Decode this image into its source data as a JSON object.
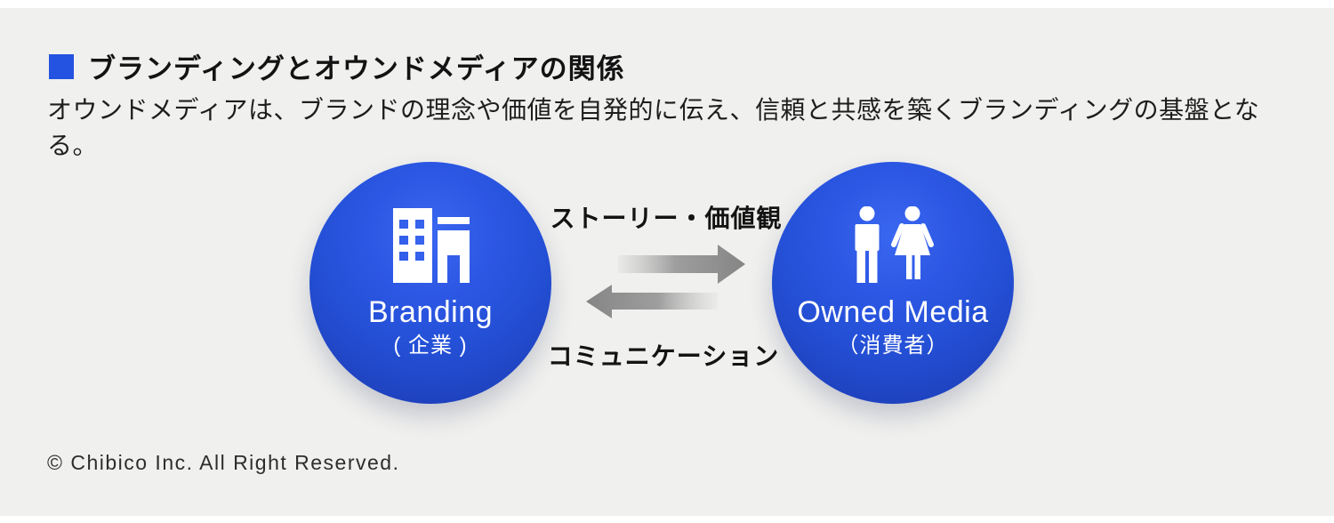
{
  "header": {
    "title": "ブランディングとオウンドメディアの関係",
    "subtitle": "オウンドメディアは、ブランドの理念や価値を自発的に伝え、信頼と共感を築くブランディングの基盤となる。"
  },
  "diagram": {
    "left_node": {
      "label": "Branding",
      "sublabel": "( 企業 )",
      "icon": "building-icon"
    },
    "right_node": {
      "label": "Owned Media",
      "sublabel": "（消費者）",
      "icon": "man-woman-icon"
    },
    "arrows": {
      "top_label": "ストーリー・価値観",
      "top_direction": "left-to-right",
      "bottom_label": "コミュニケーション",
      "bottom_direction": "right-to-left"
    }
  },
  "footer": {
    "copyright": "© Chibico Inc. All Right Reserved."
  },
  "colors": {
    "accent_blue": "#2353e0",
    "sphere_highlight": "#3a67f0",
    "sphere_edge": "#1c3aa8",
    "arrow_gray": "#8a8a8a",
    "panel_background": "#f0f0ee",
    "page_background": "#ffffff"
  }
}
